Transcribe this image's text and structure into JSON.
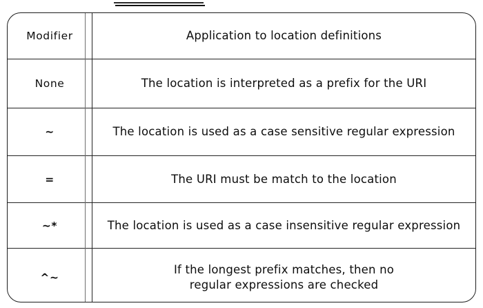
{
  "figure": {
    "type": "table",
    "title_mark": "double-stroke-underline",
    "border_color": "#1c1c1c",
    "text_color": "#0d0d0d",
    "background": "#ffffff"
  },
  "table": {
    "columns": [
      {
        "key": "modifier",
        "header": "Modifier"
      },
      {
        "key": "application",
        "header": "Application to location definitions"
      }
    ],
    "rows": [
      {
        "modifier": "None",
        "application": "The location is interpreted as a prefix for the URI"
      },
      {
        "modifier": "~",
        "application": "The location is used as a case sensitive regular expression"
      },
      {
        "modifier": "=",
        "application": "The URI must be match to the location"
      },
      {
        "modifier": "~*",
        "application": "The location is used as a case insensitive regular expression"
      },
      {
        "modifier": "^~",
        "application": "If the longest prefix matches, then no\nregular expressions are checked"
      }
    ]
  }
}
